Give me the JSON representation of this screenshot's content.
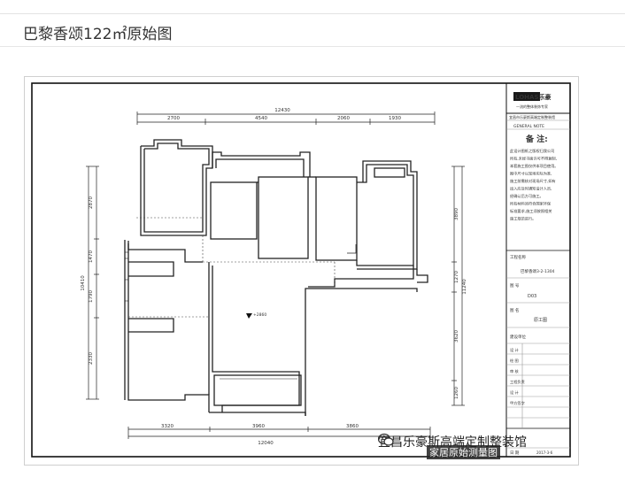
{
  "page": {
    "title": "巴黎香颂122㎡原始图"
  },
  "plan": {
    "dims_top": [
      "12430",
      "2700",
      "4540",
      "2060",
      "1930"
    ],
    "dims_bottom": [
      "3320",
      "3960",
      "3860",
      "12040"
    ],
    "dims_left": [
      "2870",
      "1470",
      "10410",
      "1790",
      "2330"
    ],
    "dims_right": [
      "3890",
      "1270",
      "11240",
      "3620",
      "1260"
    ],
    "elevation_mark": "+2860"
  },
  "title_block": {
    "logo": "LOHAS乐豪",
    "logo_sub": "一流的整体装饰专家",
    "company_line": "宜昌市乐豪斯高端定制整装馆",
    "section": "GENERAL NOTE",
    "notes_title": "备 注:",
    "notes_lines": [
      "此设计图纸之版权归我公司",
      "所有,未经书面许可不得复制,",
      "本套施工图仅供本项目使用。",
      "图中尺寸以现场实际为准,",
      "施工前需核对现场尺寸,如有",
      "出入应及时通知设计人员,",
      "经确认后方可施工。",
      "所有材料须符合国家环保",
      "标准要求,施工须按照相关",
      "施工规范进行。"
    ],
    "project_label": "工程名称",
    "project_value": "巴黎香颂3-2-1304",
    "drawing_no_label": "图 号",
    "drawing_no_value": "D03",
    "drawing_name_label": "图 名",
    "drawing_name_value": "原工图",
    "owner_label": "建设单位",
    "rows": [
      "设 计",
      "绘 图",
      "审 核",
      "工程负责",
      "设 计",
      "甲方签字"
    ],
    "date_label": "日 期",
    "date_value": "2017-3-6"
  },
  "watermark": {
    "text": "宜昌乐豪斯高端定制整装馆",
    "sub": "家居原始测量图"
  }
}
